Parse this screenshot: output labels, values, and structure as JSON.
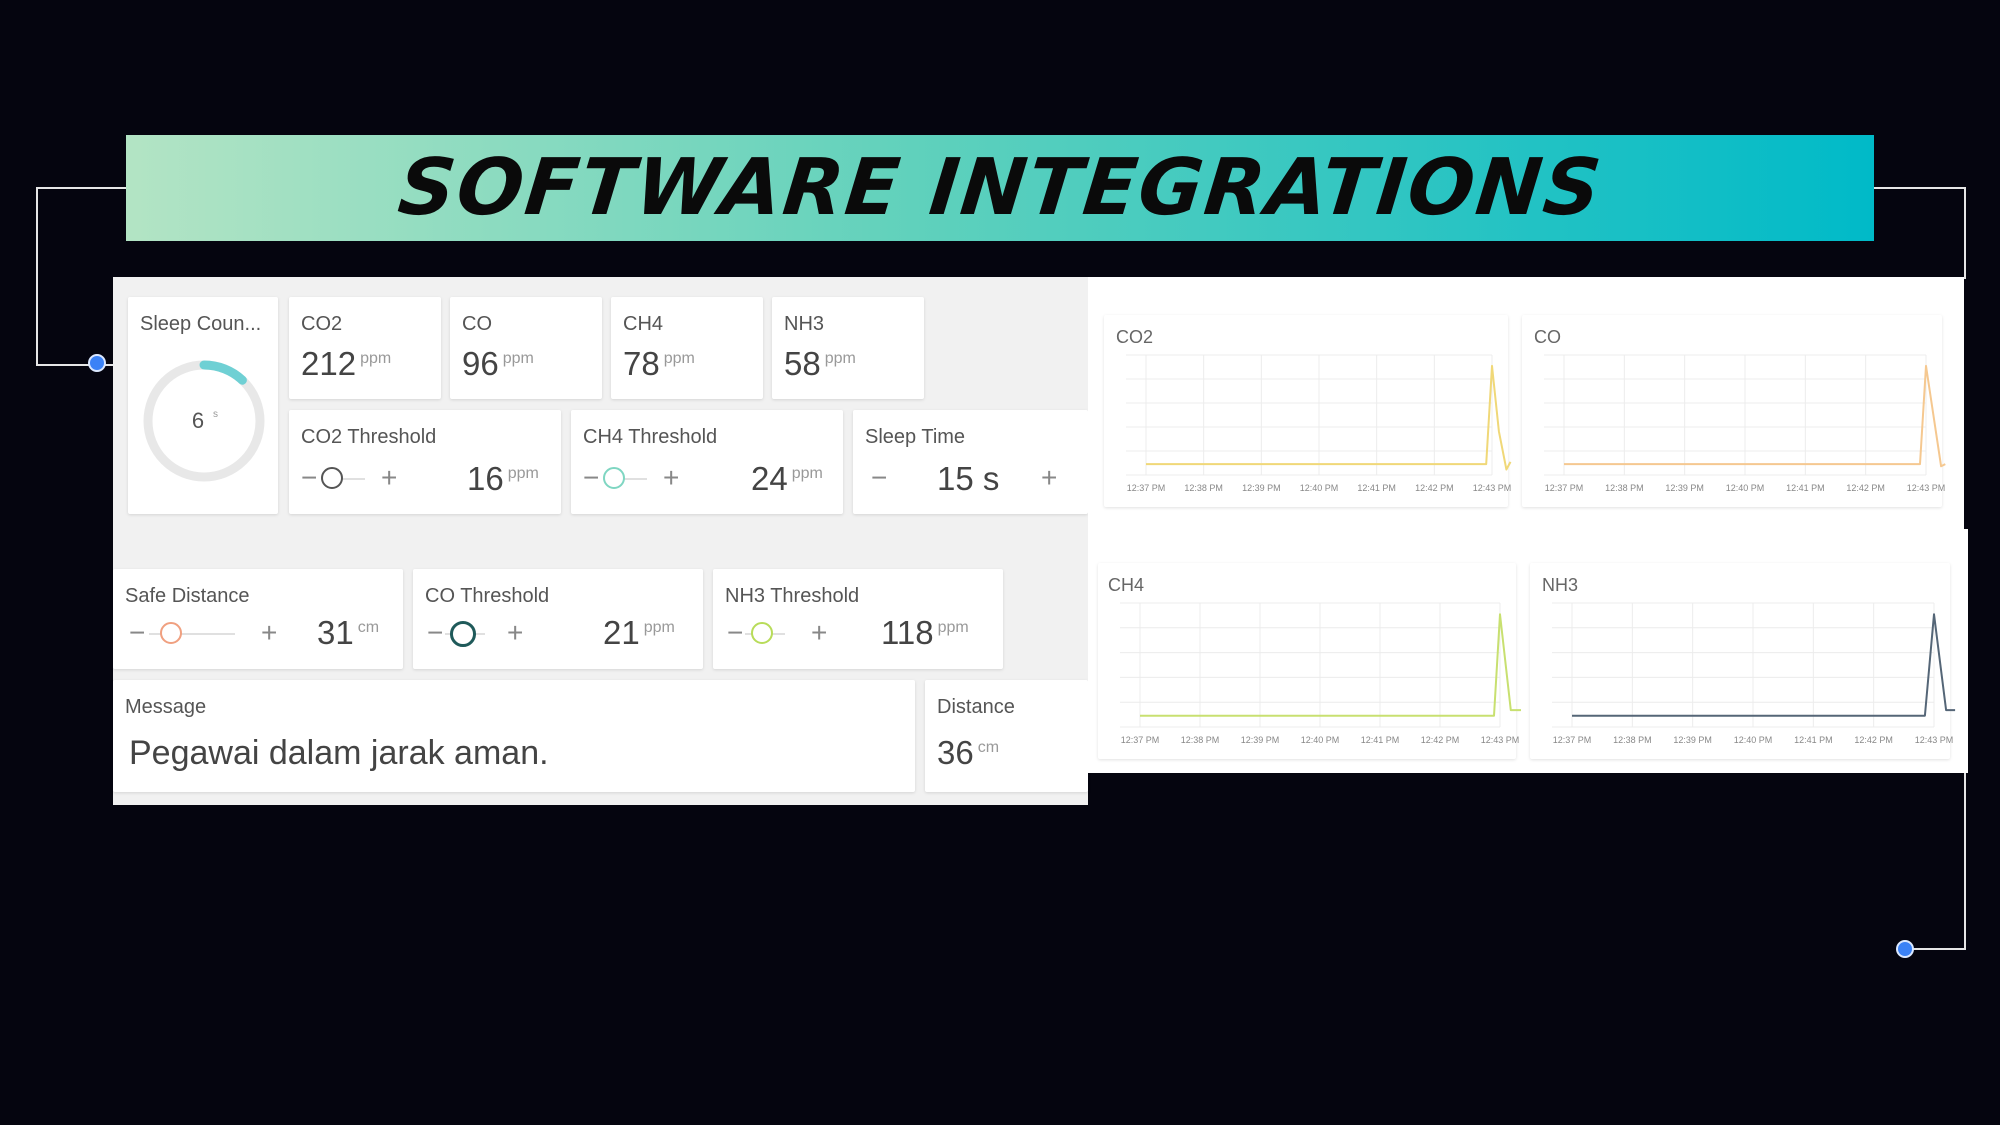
{
  "banner": {
    "title": "SOFTWARE INTEGRATIONS"
  },
  "sleep_counter": {
    "label": "Sleep Coun...",
    "value": "6",
    "unit": "s",
    "progress": 0.12
  },
  "sensors": [
    {
      "label": "CO2",
      "value": "212",
      "unit": "ppm"
    },
    {
      "label": "CO",
      "value": "96",
      "unit": "ppm"
    },
    {
      "label": "CH4",
      "value": "78",
      "unit": "ppm"
    },
    {
      "label": "NH3",
      "value": "58",
      "unit": "ppm"
    }
  ],
  "controls": {
    "co2_threshold": {
      "label": "CO2 Threshold",
      "value": "16",
      "unit": "ppm",
      "knob_color": "#555555"
    },
    "ch4_threshold": {
      "label": "CH4 Threshold",
      "value": "24",
      "unit": "ppm",
      "knob_color": "#7fd6c2"
    },
    "sleep_time": {
      "label": "Sleep Time",
      "value": "15",
      "unit": "s"
    },
    "safe_distance": {
      "label": "Safe Distance",
      "value": "31",
      "unit": "cm",
      "knob_color": "#f0a080"
    },
    "co_threshold": {
      "label": "CO Threshold",
      "value": "21",
      "unit": "ppm",
      "knob_color": "#1f5a5a"
    },
    "nh3_threshold": {
      "label": "NH3 Threshold",
      "value": "118",
      "unit": "ppm",
      "knob_color": "#b8dc5a"
    }
  },
  "message": {
    "label": "Message",
    "text": "Pegawai dalam jarak aman."
  },
  "distance": {
    "label": "Distance",
    "value": "36",
    "unit": "cm"
  },
  "icons": {
    "minus": "−",
    "plus": "+"
  },
  "chart_data": [
    {
      "type": "line",
      "title": "CO2",
      "color": "#f0d878",
      "x": [
        "12:37 PM",
        "12:38 PM",
        "12:39 PM",
        "12:40 PM",
        "12:41 PM",
        "12:42 PM",
        "12:43 PM"
      ],
      "points": [
        [
          0,
          10
        ],
        [
          5.9,
          10
        ],
        [
          6.0,
          100
        ],
        [
          6.12,
          40
        ],
        [
          6.25,
          5
        ],
        [
          6.32,
          12
        ]
      ],
      "ylim": [
        0,
        110
      ]
    },
    {
      "type": "line",
      "title": "CO",
      "color": "#f5c890",
      "x": [
        "12:37 PM",
        "12:38 PM",
        "12:39 PM",
        "12:40 PM",
        "12:41 PM",
        "12:42 PM",
        "12:43 PM"
      ],
      "points": [
        [
          0,
          10
        ],
        [
          5.9,
          10
        ],
        [
          6.0,
          100
        ],
        [
          6.25,
          8
        ],
        [
          6.32,
          10
        ]
      ],
      "ylim": [
        0,
        110
      ]
    },
    {
      "type": "line",
      "title": "CH4",
      "color": "#c8e070",
      "x": [
        "12:37 PM",
        "12:38 PM",
        "12:39 PM",
        "12:40 PM",
        "12:41 PM",
        "12:42 PM",
        "12:43 PM"
      ],
      "points": [
        [
          0,
          10
        ],
        [
          5.9,
          10
        ],
        [
          6.0,
          100
        ],
        [
          6.18,
          15
        ],
        [
          6.35,
          15
        ]
      ],
      "ylim": [
        0,
        110
      ]
    },
    {
      "type": "line",
      "title": "NH3",
      "color": "#556677",
      "x": [
        "12:37 PM",
        "12:38 PM",
        "12:39 PM",
        "12:40 PM",
        "12:41 PM",
        "12:42 PM",
        "12:43 PM"
      ],
      "points": [
        [
          0,
          10
        ],
        [
          5.85,
          10
        ],
        [
          6.0,
          100
        ],
        [
          6.2,
          15
        ],
        [
          6.35,
          15
        ]
      ],
      "ylim": [
        0,
        110
      ]
    }
  ]
}
